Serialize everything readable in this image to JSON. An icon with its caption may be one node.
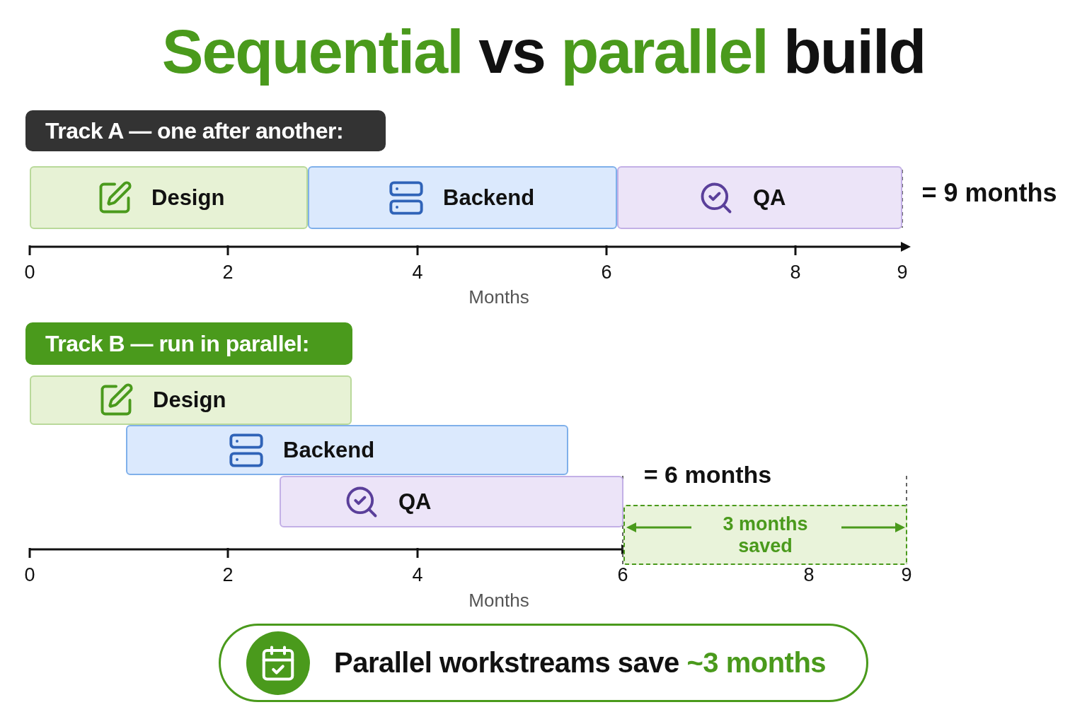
{
  "diagram": {
    "title": "**Sequential** vs **parallel** build",
    "nodes": [
      {
        "text": [
          "Track A — one after another:"
        ]
      },
      {
        "text": [
          "Design"
        ]
      },
      {
        "text": [
          "Backend"
        ]
      },
      {
        "text": [
          "QA"
        ]
      },
      {
        "text": [
          "Track B — run in parallel:"
        ]
      },
      {
        "text": [
          "Design"
        ]
      },
      {
        "text": [
          "Backend"
        ]
      },
      {
        "text": [
          "QA"
        ]
      },
      {
        "text": [
          "3 months saved"
        ]
      },
      {
        "text": [
          "Parallel workstreams save **~3 months**"
        ]
      }
    ],
    "labels": [
      "= 9 months",
      "0",
      "2",
      "4",
      "6",
      "8",
      "9",
      "Months",
      "= 6 months",
      "0",
      "2",
      "4",
      "6",
      "8",
      "9",
      "Months"
    ]
  }
}
